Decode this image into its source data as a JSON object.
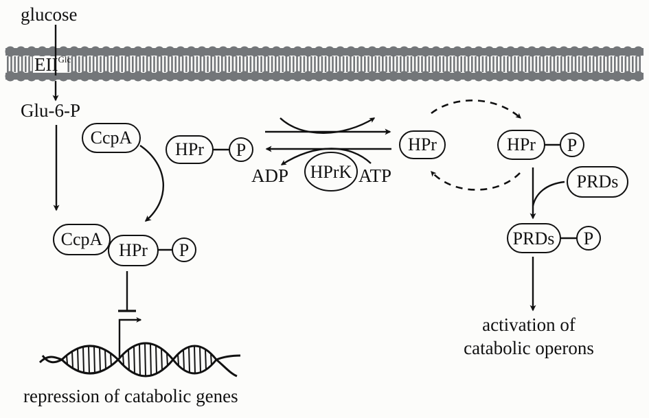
{
  "figure": {
    "title": "Carbon catabolite repression and activation via HPr phosphorylation",
    "colors": {
      "background": "#fcfcfa",
      "membrane": "#737679",
      "ink": "#111111"
    }
  },
  "labels": {
    "glucose": "glucose",
    "transporter": "EII",
    "transporter_sup": "Glc",
    "glu6p": "Glu-6-P",
    "adp": "ADP",
    "atp": "ATP",
    "repression": "repression of catabolic genes",
    "activation_line1": "activation of",
    "activation_line2": "catabolic operons"
  },
  "nodes": {
    "ccpa_free": "CcpA",
    "hpr_p_left": "HPr",
    "p_left": "P",
    "hprk": "HPrK",
    "hpr_center": "HPr",
    "hpr_p_right": "HPr",
    "p_right": "P",
    "prds_free": "PRDs",
    "prds_bound": "PRDs",
    "p_prds": "P",
    "ccpa_complex": "CcpA",
    "hpr_complex": "HPr",
    "p_complex": "P"
  }
}
